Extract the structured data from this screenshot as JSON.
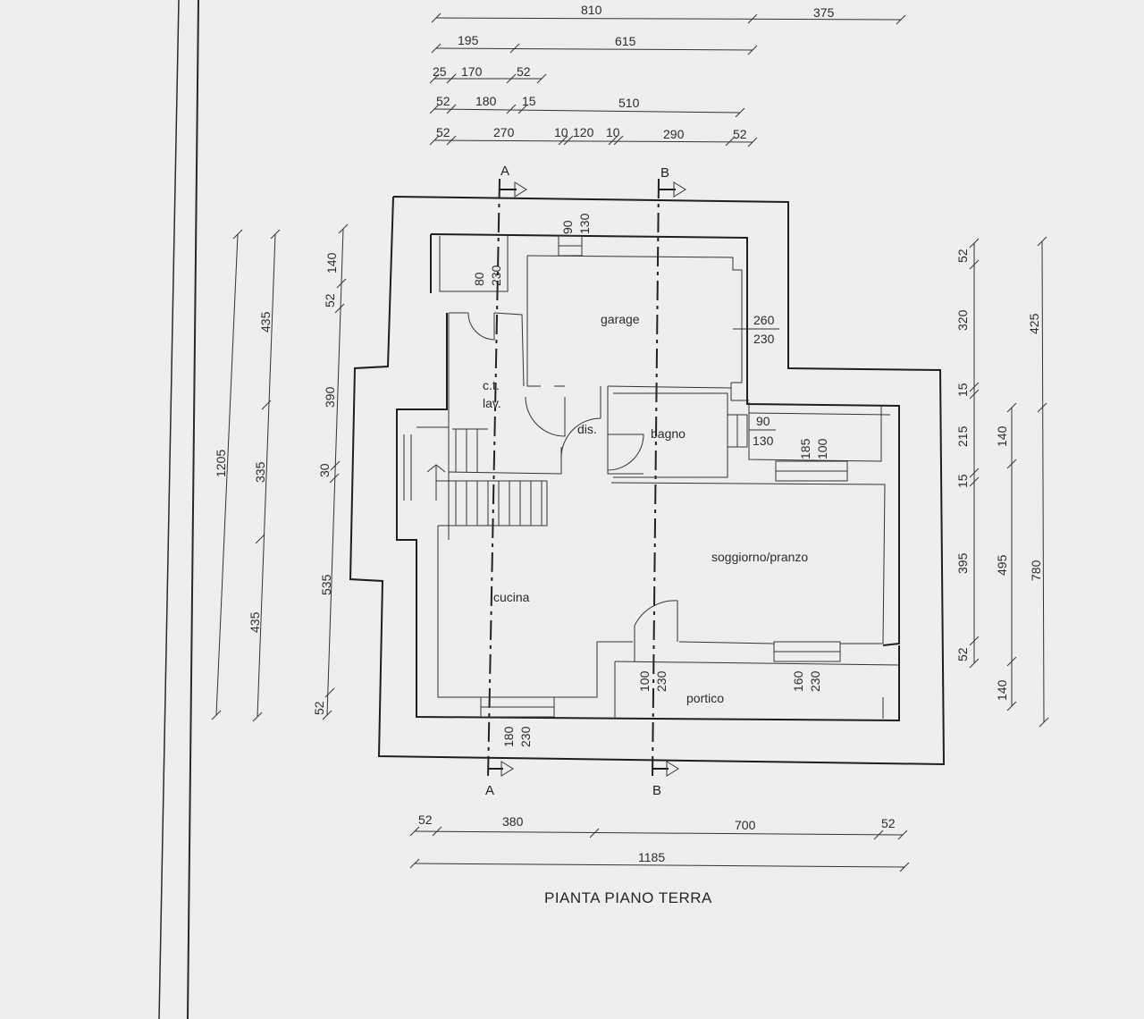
{
  "title": "PIANTA PIANO TERRA",
  "rooms": {
    "garage": "garage",
    "ct_lav_1": "c.t.",
    "ct_lav_2": "lav.",
    "dis": "dis.",
    "bagno": "bagno",
    "soggiorno": "soggiorno/pranzo",
    "cucina": "cucina",
    "portico": "portico"
  },
  "sections": {
    "a_top": "A",
    "b_top": "B",
    "a_bottom": "A",
    "b_bottom": "B"
  },
  "top_dims": {
    "row1": [
      "810",
      "375"
    ],
    "row2": [
      "195",
      "615"
    ],
    "row3": [
      "25",
      "170",
      "52"
    ],
    "row4": [
      "52",
      "180",
      "15",
      "510"
    ],
    "row5": [
      "52",
      "270",
      "10",
      "120",
      "10",
      "290",
      "52"
    ]
  },
  "bottom_dims": {
    "row1": [
      "52",
      "380",
      "700",
      "52"
    ],
    "total": "1185"
  },
  "left_dims": {
    "total": "1205",
    "mid": [
      "435",
      "335",
      "435"
    ],
    "inner": [
      "140",
      "52",
      "390",
      "30",
      "535",
      "52"
    ]
  },
  "right_dims": {
    "inner": [
      "52",
      "320",
      "15",
      "215",
      "15",
      "395",
      "52"
    ],
    "mid": [
      "140",
      "495",
      "140"
    ],
    "total": [
      "425",
      "780"
    ]
  },
  "openings": {
    "top_window": [
      "90",
      "130"
    ],
    "ct_window": [
      "80",
      "230"
    ],
    "garage_door": [
      "260",
      "230"
    ],
    "bagno_window": [
      "90",
      "130"
    ],
    "sogg_window_top": [
      "185",
      "100"
    ],
    "portico_door": [
      "100",
      "230"
    ],
    "sogg_window_bottom": [
      "160",
      "230"
    ],
    "cucina_window": [
      "180",
      "230"
    ]
  }
}
